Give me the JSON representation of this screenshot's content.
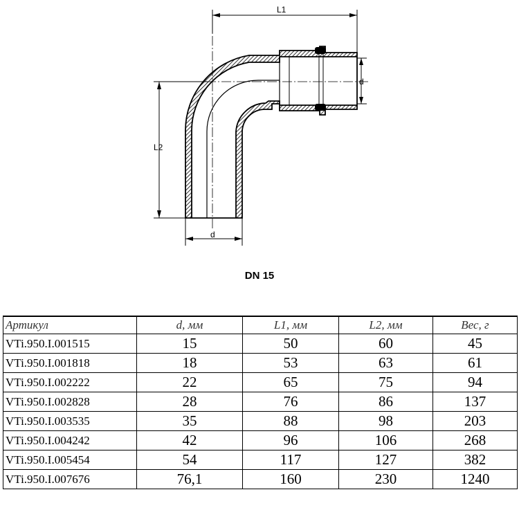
{
  "drawing": {
    "labels": {
      "l1": "L1",
      "l2": "L2",
      "d_right": "d",
      "d_bottom": "d"
    }
  },
  "caption": "DN 15",
  "table": {
    "headers": [
      "Артикул",
      "d, мм",
      "L1, мм",
      "L2, мм",
      "Вес, г"
    ],
    "rows": [
      [
        "VTi.950.I.001515",
        "15",
        "50",
        "60",
        "45"
      ],
      [
        "VTi.950.I.001818",
        "18",
        "53",
        "63",
        "61"
      ],
      [
        "VTi.950.I.002222",
        "22",
        "65",
        "75",
        "94"
      ],
      [
        "VTi.950.I.002828",
        "28",
        "76",
        "86",
        "137"
      ],
      [
        "VTi.950.I.003535",
        "35",
        "88",
        "98",
        "203"
      ],
      [
        "VTi.950.I.004242",
        "42",
        "96",
        "106",
        "268"
      ],
      [
        "VTi.950.I.005454",
        "54",
        "117",
        "127",
        "382"
      ],
      [
        "VTi.950.I.007676",
        "76,1",
        "160",
        "230",
        "1240"
      ]
    ]
  }
}
